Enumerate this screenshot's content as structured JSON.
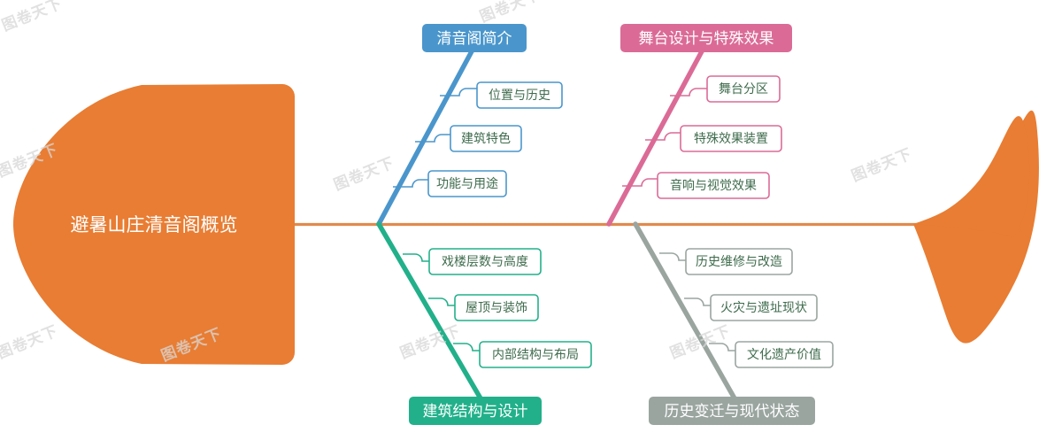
{
  "diagram": {
    "type": "fishbone",
    "head": {
      "label": "避暑山庄清音阁概览",
      "color": "#E87D33",
      "text_color": "#FFFFFF"
    },
    "spine": {
      "color": "#E08A4E"
    },
    "tail": {
      "color": "#E87D33"
    },
    "branches": [
      {
        "id": "intro",
        "label": "清音阁简介",
        "color": "#4A96CC",
        "position": "top-left",
        "items": [
          {
            "label": "位置与历史"
          },
          {
            "label": "建筑特色"
          },
          {
            "label": "功能与用途"
          }
        ]
      },
      {
        "id": "stage",
        "label": "舞台设计与特殊效果",
        "color": "#DB6B96",
        "position": "top-right",
        "items": [
          {
            "label": "舞台分区"
          },
          {
            "label": "特殊效果装置"
          },
          {
            "label": "音响与视觉效果"
          }
        ]
      },
      {
        "id": "structure",
        "label": "建筑结构与设计",
        "color": "#22B08A",
        "position": "bottom-left",
        "items": [
          {
            "label": "戏楼层数与高度"
          },
          {
            "label": "屋顶与装饰"
          },
          {
            "label": "内部结构与布局"
          }
        ]
      },
      {
        "id": "history",
        "label": "历史变迁与现代状态",
        "color": "#9AA5A0",
        "position": "bottom-right",
        "items": [
          {
            "label": "历史维修与改造"
          },
          {
            "label": "火灾与遗址现状"
          },
          {
            "label": "文化遗产价值"
          }
        ]
      }
    ],
    "watermarks": [
      {
        "text": "图卷天下"
      },
      {
        "text": "图卷天下"
      },
      {
        "text": "图卷天下"
      },
      {
        "text": "图卷天下"
      },
      {
        "text": "图卷天下"
      },
      {
        "text": "图卷天下"
      },
      {
        "text": "图卷天下"
      },
      {
        "text": "图卷天下"
      },
      {
        "text": "图卷天下"
      }
    ]
  }
}
